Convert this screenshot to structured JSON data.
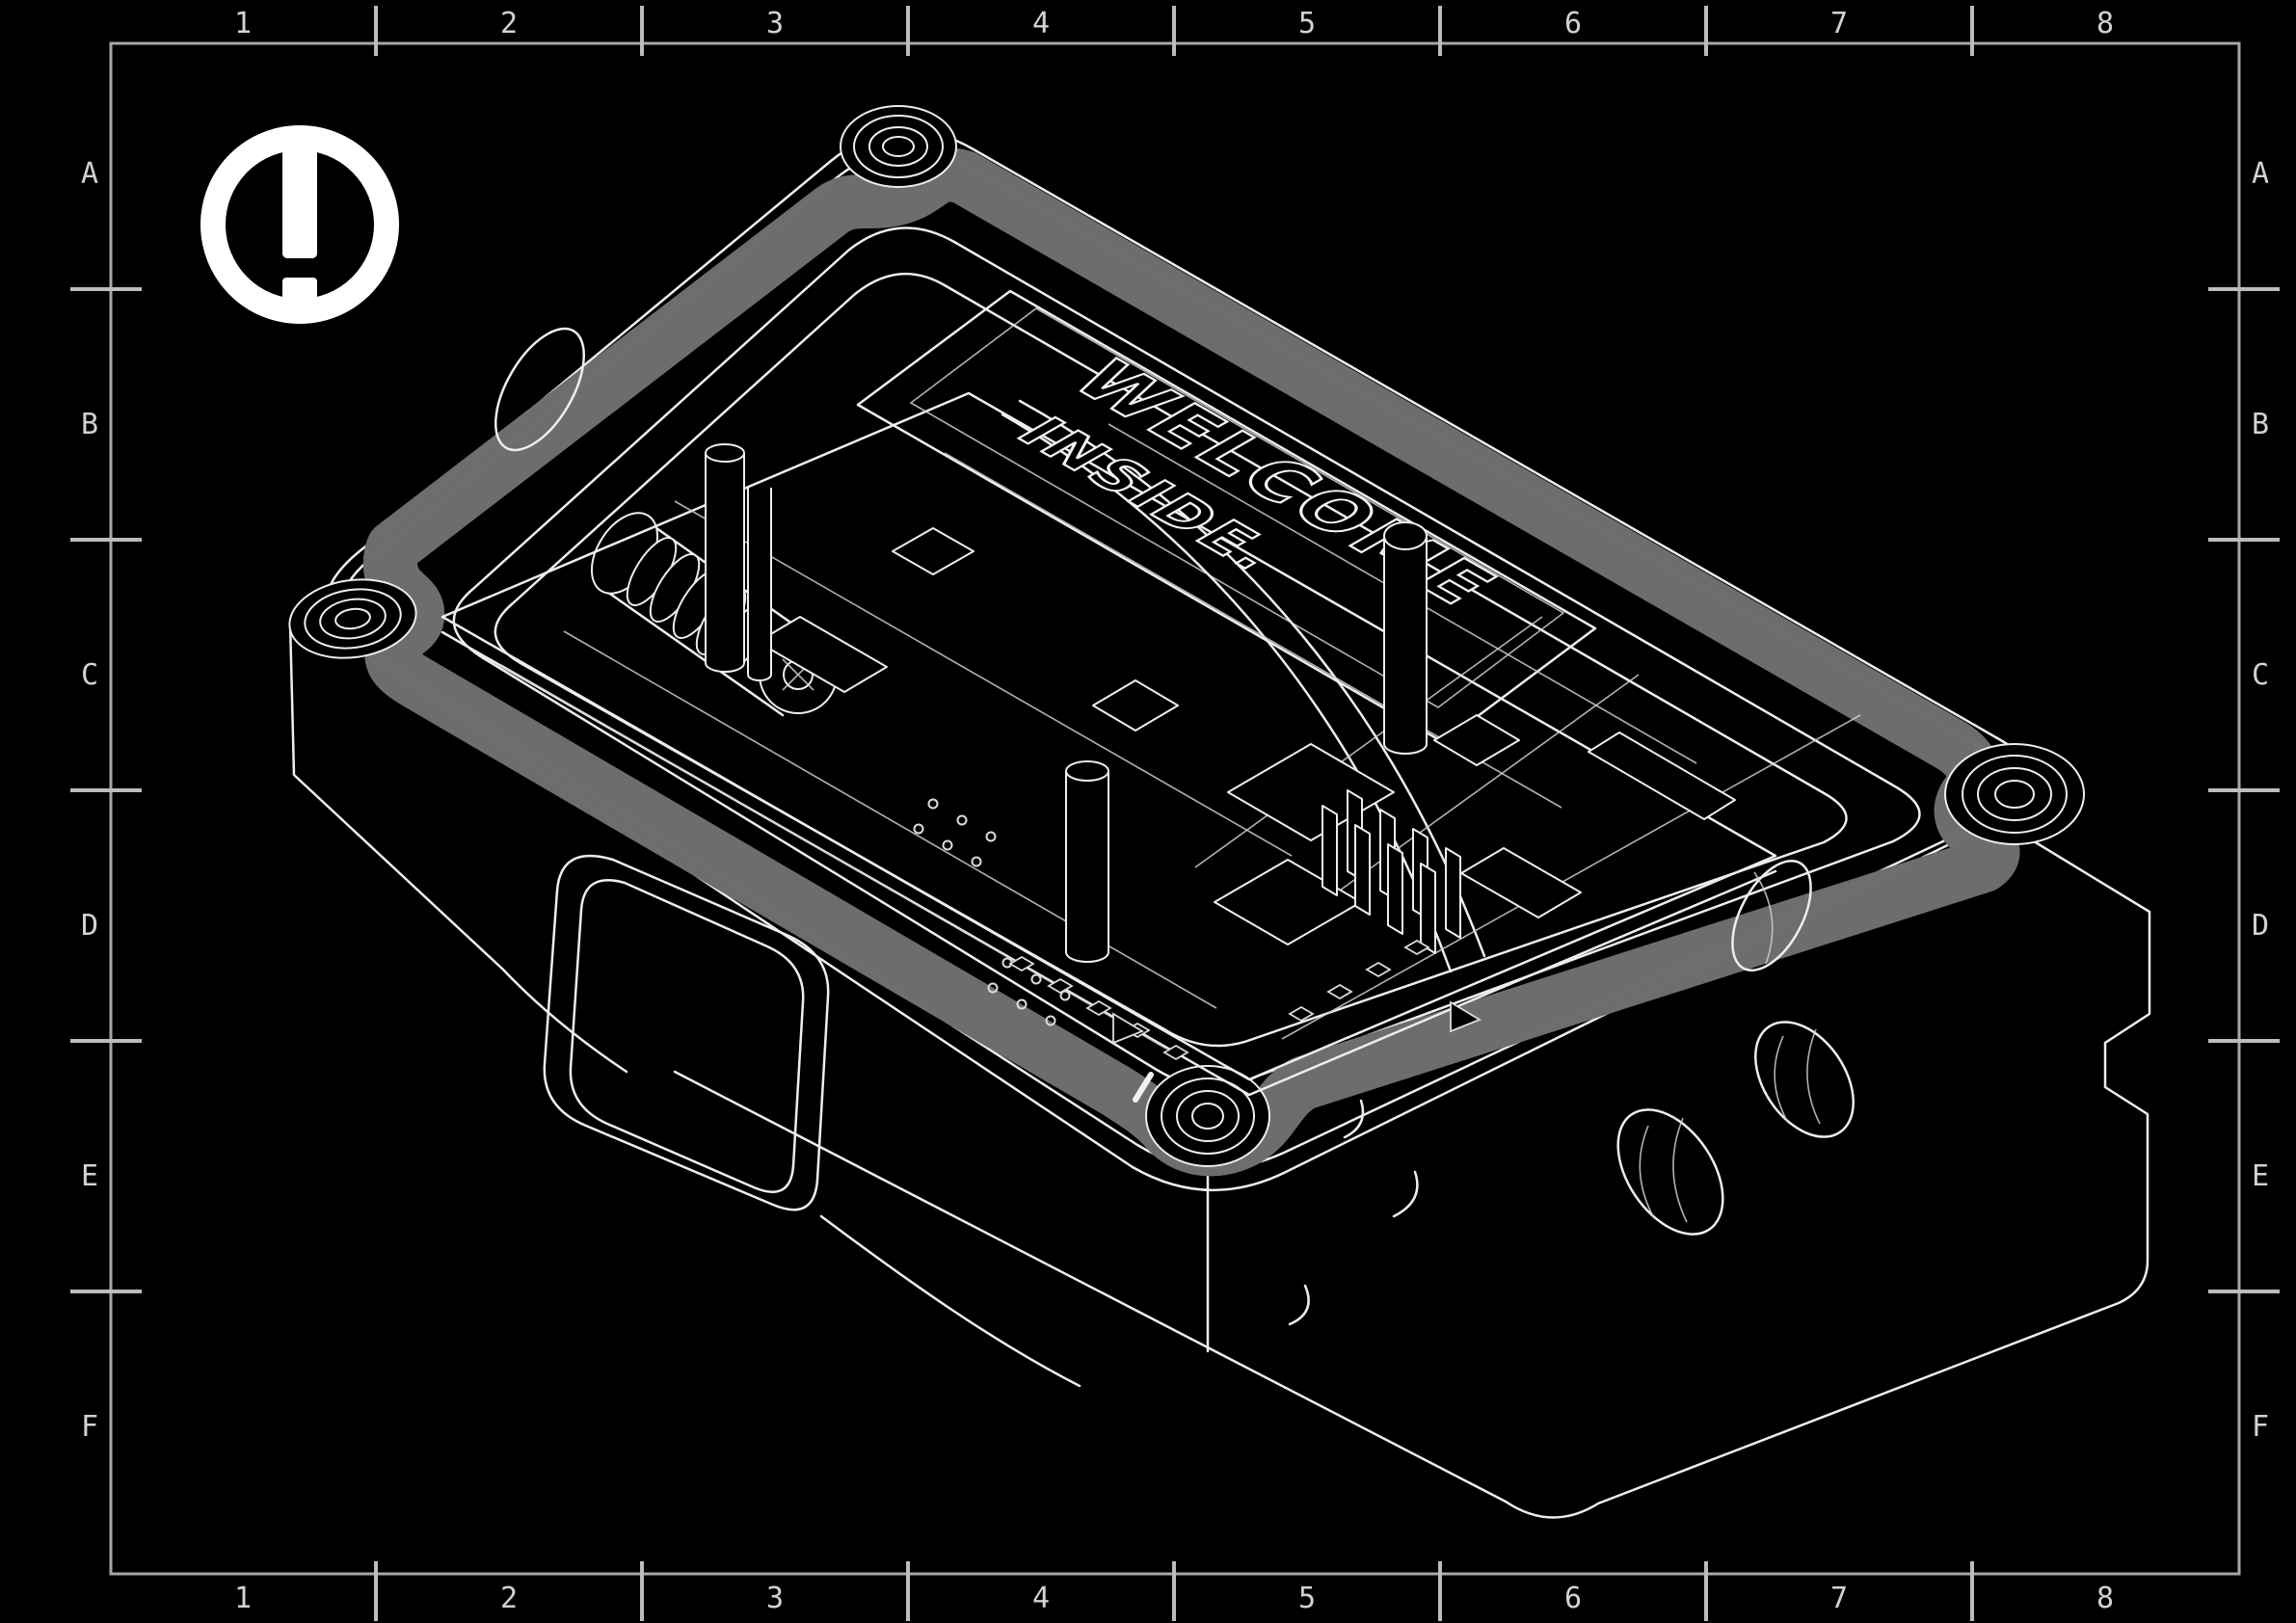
{
  "frame": {
    "columns": [
      "1",
      "2",
      "3",
      "4",
      "5",
      "6",
      "7",
      "8"
    ],
    "rows": [
      "A",
      "B",
      "C",
      "D",
      "E",
      "F"
    ],
    "line_color": "#a8a8a8",
    "label_color": "#d2d2d2"
  },
  "icon": {
    "name": "caution-exclamation-icon",
    "glyph": "!",
    "color": "#ffffff"
  },
  "device": {
    "label_line1": "WELCOME",
    "label_line2": "INSIDE.",
    "gasket_color": "#b5762e",
    "wireframe_color": "#ededed",
    "background_color": "#000000",
    "parts": [
      "bottom-case",
      "gasket-seal",
      "pcb-assembly",
      "cable-gland",
      "corner-screw-boss",
      "hinged-flap",
      "pin-header",
      "standoff-posts"
    ]
  }
}
